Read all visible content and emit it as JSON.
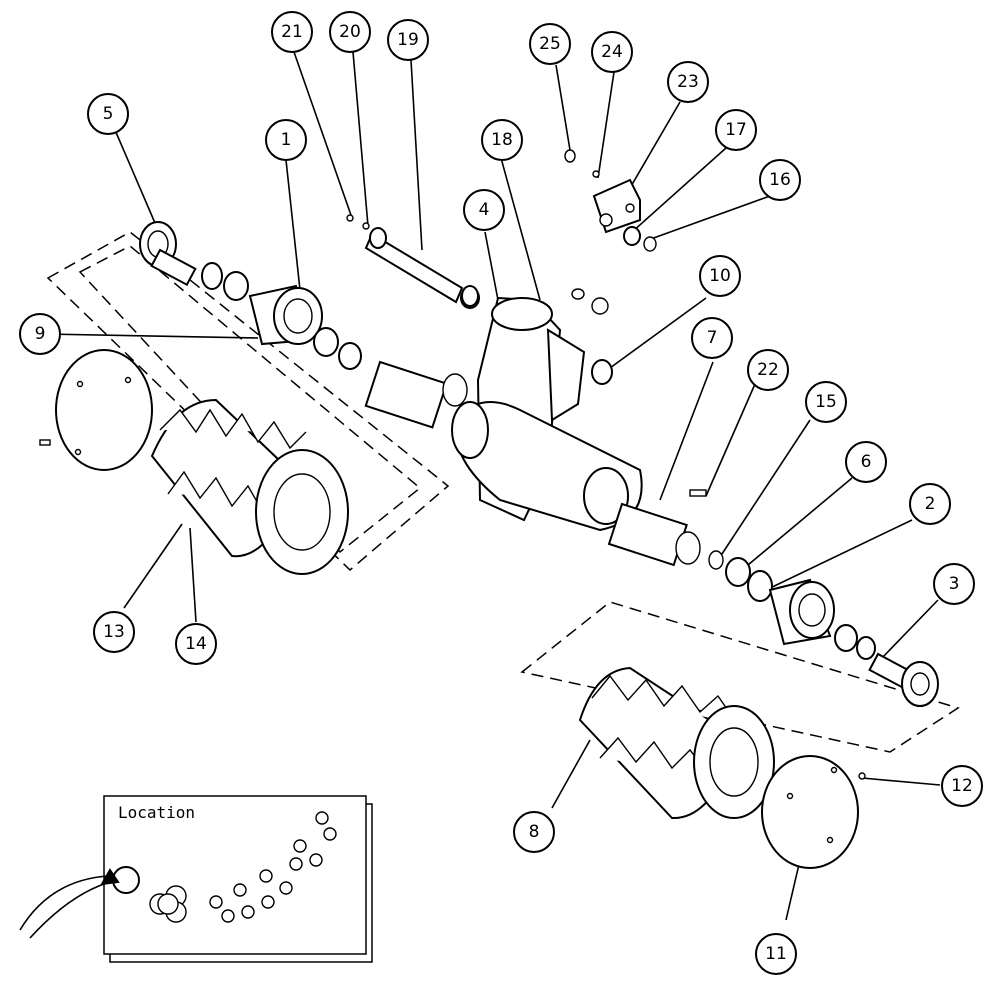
{
  "callouts": [
    {
      "id": "c1",
      "label": "1"
    },
    {
      "id": "c2",
      "label": "2"
    },
    {
      "id": "c3",
      "label": "3"
    },
    {
      "id": "c4",
      "label": "4"
    },
    {
      "id": "c5",
      "label": "5"
    },
    {
      "id": "c6",
      "label": "6"
    },
    {
      "id": "c7",
      "label": "7"
    },
    {
      "id": "c8",
      "label": "8"
    },
    {
      "id": "c9",
      "label": "9"
    },
    {
      "id": "c10",
      "label": "10"
    },
    {
      "id": "c11",
      "label": "11"
    },
    {
      "id": "c12",
      "label": "12"
    },
    {
      "id": "c13",
      "label": "13"
    },
    {
      "id": "c14",
      "label": "14"
    },
    {
      "id": "c15",
      "label": "15"
    },
    {
      "id": "c16",
      "label": "16"
    },
    {
      "id": "c17",
      "label": "17"
    },
    {
      "id": "c18",
      "label": "18"
    },
    {
      "id": "c19",
      "label": "19"
    },
    {
      "id": "c20",
      "label": "20"
    },
    {
      "id": "c21",
      "label": "21"
    },
    {
      "id": "c22",
      "label": "22"
    },
    {
      "id": "c23",
      "label": "23"
    },
    {
      "id": "c24",
      "label": "24"
    },
    {
      "id": "c25",
      "label": "25"
    }
  ],
  "location_inset": {
    "title": "Location"
  }
}
